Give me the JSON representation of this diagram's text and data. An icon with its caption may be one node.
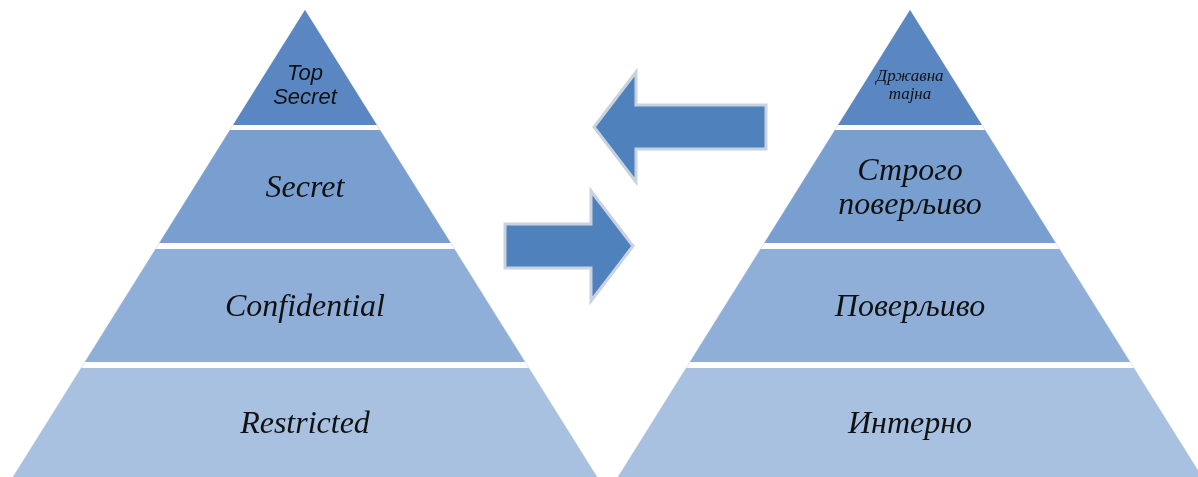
{
  "diagram": {
    "nodes": [
      {
        "text": [],
        "shape": "triangle"
      },
      {
        "text": [
          "Top Secret"
        ],
        "in": 0
      },
      {
        "text": [
          "Secret"
        ],
        "in": 0
      },
      {
        "text": [
          "Confidential"
        ],
        "in": 0
      },
      {
        "text": [
          "Restricted"
        ],
        "in": 0
      },
      {
        "text": [],
        "shape": "triangle"
      },
      {
        "text": [
          "Државна тајна"
        ],
        "in": 5
      },
      {
        "text": [
          "Строго поверљиво"
        ],
        "in": 5
      },
      {
        "text": [
          "Поверљиво"
        ],
        "in": 5
      },
      {
        "text": [
          "Интерно"
        ],
        "in": 5
      }
    ],
    "edges": [
      {
        "from": 0,
        "to": 5,
        "arrow": "to"
      },
      {
        "from": 5,
        "to": 0,
        "arrow": "to"
      }
    ]
  }
}
